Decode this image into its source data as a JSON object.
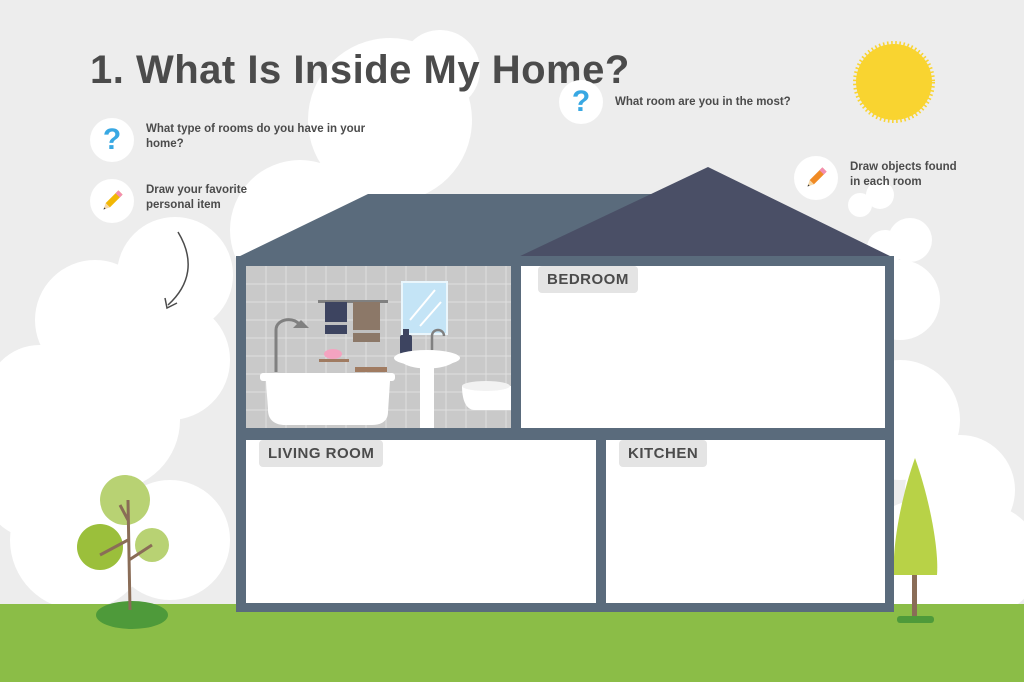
{
  "title": "1. What Is Inside My Home?",
  "prompts": [
    {
      "icon": "question-icon",
      "symbol": "?",
      "text": "What type of rooms do you have in your home?"
    },
    {
      "icon": "pencil-icon",
      "text": "Draw your favorite personal item"
    },
    {
      "icon": "question-icon",
      "symbol": "?",
      "text": "What room are you in the most?"
    },
    {
      "icon": "pencil-icon",
      "text": "Draw objects found in each room"
    }
  ],
  "rooms": {
    "bedroom": "BEDROOM",
    "living_room": "LIVING ROOM",
    "kitchen": "KITCHEN"
  },
  "colors": {
    "background": "#ededed",
    "cloud": "#ffffff",
    "grass": "#8bbd47",
    "house_frame": "#5a6b7c",
    "roof_left": "#5a6b7c",
    "roof_right": "#4a4f66",
    "sun": "#f9d430",
    "question_mark": "#38a8e3",
    "pencil": "#f2b705",
    "pencil_orange": "#f08a24"
  }
}
